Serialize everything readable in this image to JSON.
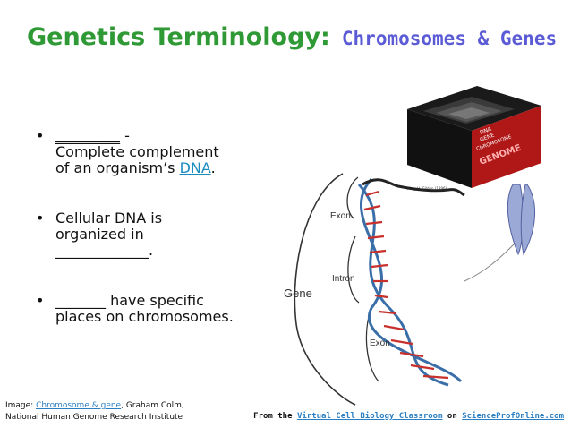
{
  "title": {
    "main": "Genetics Terminology:",
    "sub": "Chromosomes & Genes"
  },
  "bullets": [
    {
      "blank": "_________",
      "dash": " -",
      "line2": "Complete complement",
      "line3_pre": "of an organism’s ",
      "link": "DNA",
      "line3_post": "."
    },
    {
      "line1": "Cellular DNA is",
      "line2": "organized in",
      "blank": "_____________",
      "end": "."
    },
    {
      "blank": "_______",
      "line1_rest": " have specific",
      "line2": "places on chromosomes."
    }
  ],
  "figure": {
    "box_labels": [
      "DNA",
      "GENE",
      "CHROMOSOME",
      "GENOME"
    ],
    "credit_small": "Mary H. Gilden (1996)",
    "label_exon_top": "Exon",
    "label_intron": "Intron",
    "label_gene": "Gene",
    "label_exon_bottom": "Exon"
  },
  "footer": {
    "image_prefix": "Image: ",
    "image_link": "Chromosome & gene",
    "image_after": ", Graham Colm,",
    "image_line2": "National Human Genome Research Institute",
    "from_prefix": "From the ",
    "from_link1": "Virtual Cell Biology Classroom",
    "from_mid": " on ",
    "from_link2": "ScienceProfOnline.com"
  },
  "colors": {
    "title_green": "#2f9a35",
    "subtitle_blue": "#5b5bd6",
    "link_blue": "#1a8cc0"
  }
}
